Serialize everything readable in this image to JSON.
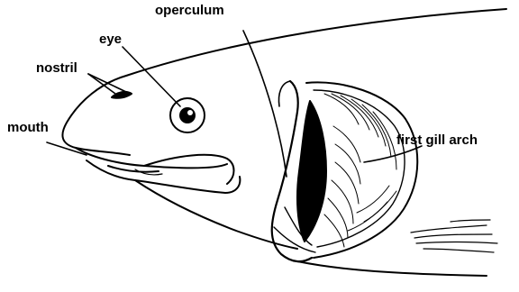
{
  "labels": {
    "operculum": "operculum",
    "eye": "eye",
    "nostril": "nostril",
    "mouth": "mouth",
    "gill_arch": "first gill arch"
  },
  "colors": {
    "ink": "#000000",
    "background": "#ffffff"
  }
}
